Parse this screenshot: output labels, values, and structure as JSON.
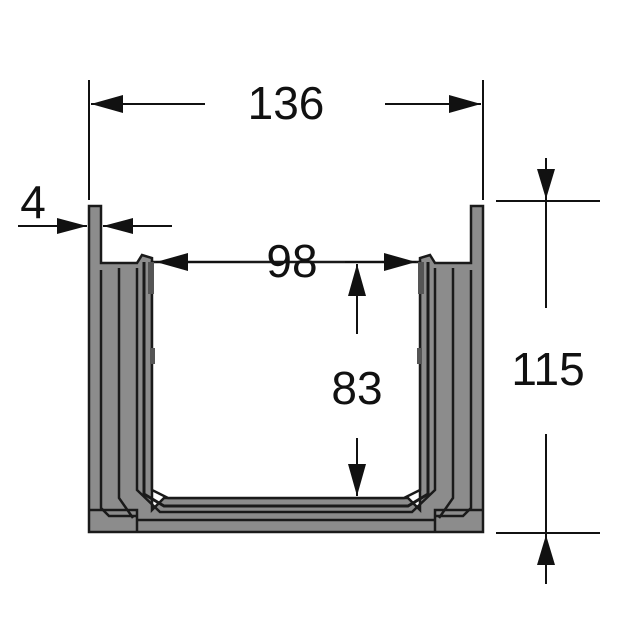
{
  "dimensions": {
    "overall_width": "136",
    "wall_thickness": "4",
    "inner_width": "98",
    "inner_depth": "83",
    "overall_height": "115"
  },
  "colors": {
    "body": "#8c8c8c",
    "outline": "#1a1a1a",
    "dimension_lines": "#111111",
    "background": "#ffffff"
  }
}
